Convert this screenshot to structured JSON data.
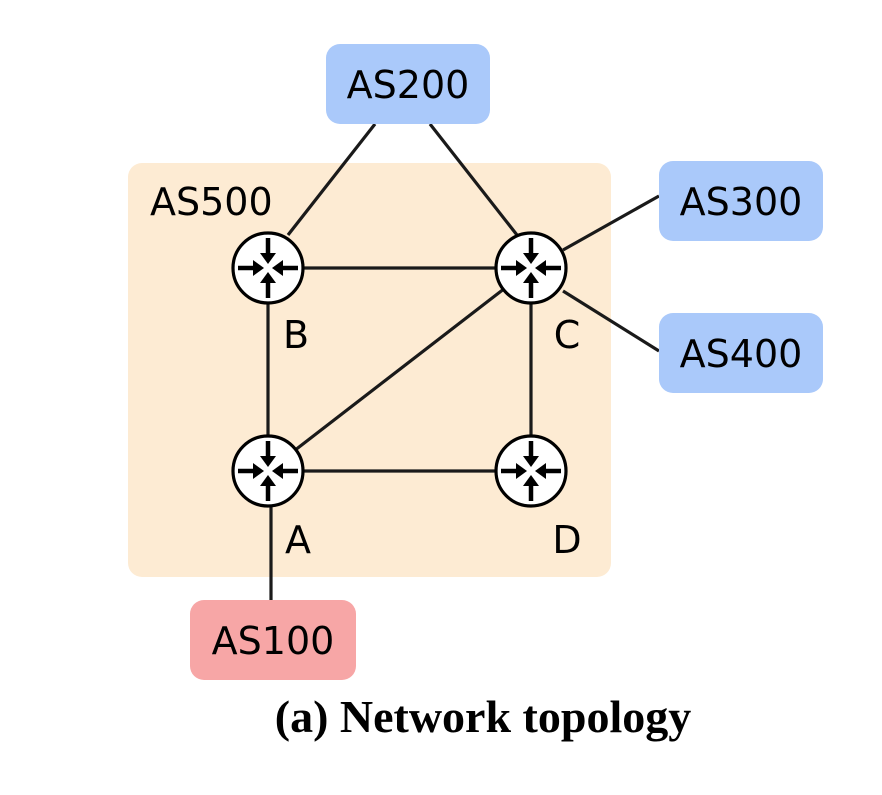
{
  "colors": {
    "region_fill": "#fdebd3",
    "external_as": "#aac9fa",
    "origin_as": "#f7a6a6",
    "link": "#1a1a1a",
    "router_fill": "#ffffff",
    "router_stroke": "#000000"
  },
  "region": {
    "label": "AS500"
  },
  "routers": [
    {
      "id": "B",
      "label": "B",
      "icon": "router-icon"
    },
    {
      "id": "C",
      "label": "C",
      "icon": "router-icon"
    },
    {
      "id": "A",
      "label": "A",
      "icon": "router-icon"
    },
    {
      "id": "D",
      "label": "D",
      "icon": "router-icon"
    }
  ],
  "external_as": [
    {
      "id": "AS200",
      "label": "AS200",
      "kind": "external"
    },
    {
      "id": "AS300",
      "label": "AS300",
      "kind": "external"
    },
    {
      "id": "AS400",
      "label": "AS400",
      "kind": "external"
    },
    {
      "id": "AS100",
      "label": "AS100",
      "kind": "origin"
    }
  ],
  "links": [
    [
      "AS200",
      "B"
    ],
    [
      "AS200",
      "C"
    ],
    [
      "AS300",
      "C"
    ],
    [
      "AS400",
      "C"
    ],
    [
      "B",
      "C"
    ],
    [
      "B",
      "A"
    ],
    [
      "C",
      "A"
    ],
    [
      "C",
      "D"
    ],
    [
      "A",
      "D"
    ],
    [
      "A",
      "AS100"
    ]
  ],
  "caption": "(a) Network topology"
}
